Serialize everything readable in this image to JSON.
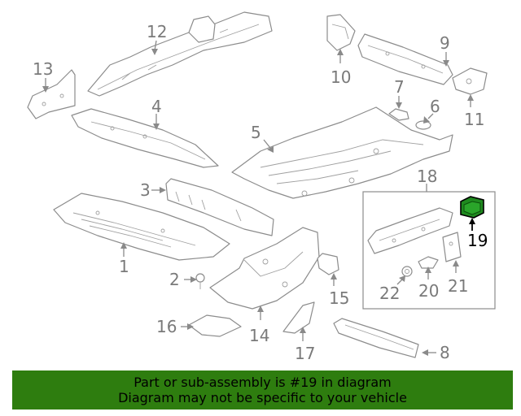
{
  "callouts": {
    "c1": "1",
    "c2": "2",
    "c3": "3",
    "c4": "4",
    "c5": "5",
    "c6": "6",
    "c7": "7",
    "c8": "8",
    "c9": "9",
    "c10": "10",
    "c11": "11",
    "c12": "12",
    "c13": "13",
    "c14": "14",
    "c15": "15",
    "c16": "16",
    "c17": "17",
    "c18": "18",
    "c19": "19",
    "c20": "20",
    "c21": "21",
    "c22": "22"
  },
  "highlighted_part": "19",
  "colors": {
    "banner_bg": "#2e7d0f",
    "highlight_fill": "#1f8a1f",
    "line": "#8c8c8c"
  },
  "banner": {
    "line1": "Part or sub-assembly is #19 in diagram",
    "line2": "Diagram may not be specific to your vehicle"
  }
}
